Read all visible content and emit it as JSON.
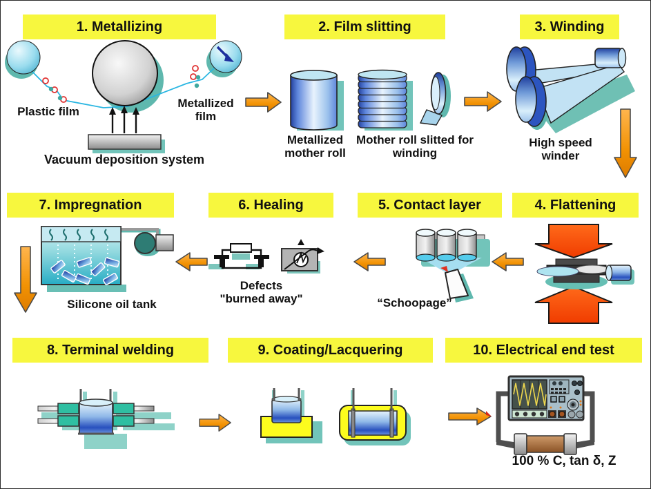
{
  "title": "Film capacitor manufacturing process flow",
  "steps": [
    {
      "num": 1,
      "label": "1. Metallizing",
      "captions": {
        "plastic_film": "Plastic film",
        "metallized_film": "Metallized film",
        "system": "Vacuum deposition system"
      }
    },
    {
      "num": 2,
      "label": "2. Film slitting",
      "captions": {
        "mother_roll": "Metallized mother roll",
        "slitted_roll": "Mother roll slitted for winding"
      }
    },
    {
      "num": 3,
      "label": "3. Winding",
      "captions": {
        "winder": "High speed winder"
      }
    },
    {
      "num": 4,
      "label": "4. Flattening",
      "captions": {}
    },
    {
      "num": 5,
      "label": "5. Contact layer",
      "captions": {
        "schoopage": "“Schoopage”"
      }
    },
    {
      "num": 6,
      "label": "6. Healing",
      "captions": {
        "line1": "Defects",
        "line2": "\"burned away\""
      }
    },
    {
      "num": 7,
      "label": "7. Impregnation",
      "captions": {
        "tank": "Silicone  oil  tank"
      }
    },
    {
      "num": 8,
      "label": "8. Terminal welding",
      "captions": {}
    },
    {
      "num": 9,
      "label": "9. Coating/Lacquering",
      "captions": {}
    },
    {
      "num": 10,
      "label": "10. Electrical end test",
      "captions": {
        "result": "100 % C, tan δ, Z"
      }
    }
  ],
  "palette": {
    "banner_yellow": "#F7F73E",
    "flow_arrow_orange": "#F6930F",
    "press_arrow_red_orange": "#FF4F0A",
    "shadow_teal": "#72C4BA",
    "electrode_teal": "#2FBFA2",
    "film_roll_blue": "#2B56C2",
    "film_line_cyan": "#29B6E2",
    "coating_yellow": "#FCFC1E",
    "capacitor_brown": "#A9713F",
    "oscilloscope_body": "#A9BFC9"
  }
}
